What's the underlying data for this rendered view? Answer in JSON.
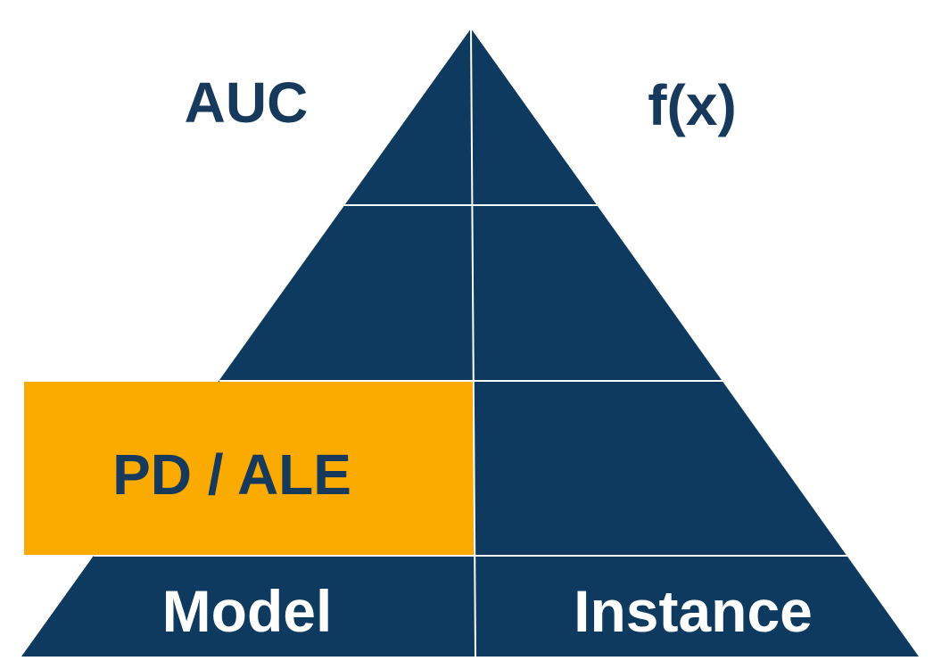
{
  "diagram": {
    "type": "pyramid",
    "top_left_label": "AUC",
    "top_right_label": "f(x)",
    "highlight_label": "PD / ALE",
    "bottom_left_label": "Model",
    "bottom_right_label": "Instance",
    "colors": {
      "pyramid_fill": "#0d3a5e",
      "highlight_fill": "#fbab00",
      "divider": "#ffffff",
      "dark_text": "#173a5c",
      "light_text": "#ffffff"
    }
  }
}
